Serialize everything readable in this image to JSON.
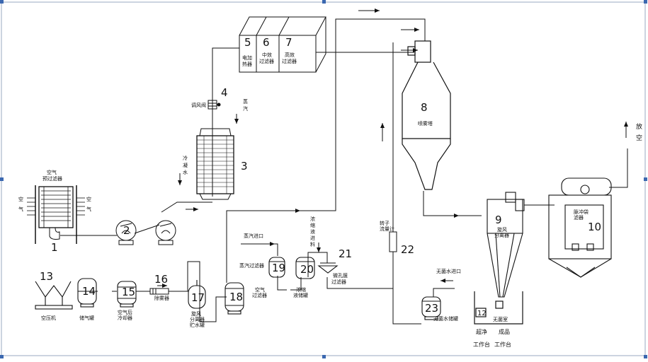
{
  "units": [
    {
      "id": "u1",
      "number": "1"
    },
    {
      "id": "u2",
      "number": "2"
    },
    {
      "id": "u3",
      "number": "3"
    },
    {
      "id": "u4",
      "number": "4"
    },
    {
      "id": "u5",
      "number": "5",
      "label": [
        "电加",
        "热器"
      ]
    },
    {
      "id": "u6",
      "number": "6",
      "label": [
        "中效",
        "过滤器"
      ]
    },
    {
      "id": "u7",
      "number": "7",
      "label": [
        "高效",
        "过滤器"
      ]
    },
    {
      "id": "u8",
      "number": "8",
      "label": [
        "喷雾塔"
      ]
    },
    {
      "id": "u9",
      "number": "9",
      "label": [
        "旋风",
        "分离器"
      ]
    },
    {
      "id": "u10",
      "number": "10",
      "label": [
        "脉冲袋",
        "滤器"
      ]
    },
    {
      "id": "u12",
      "number": "12",
      "label": [
        "无菌室"
      ]
    },
    {
      "id": "u13",
      "number": "13",
      "label": [
        "空压机"
      ]
    },
    {
      "id": "u14",
      "number": "14",
      "label": [
        "储气罐"
      ]
    },
    {
      "id": "u15",
      "number": "15",
      "label": [
        "空气后",
        "冷却器"
      ]
    },
    {
      "id": "u16",
      "number": "16",
      "label": [
        "除雾器"
      ]
    },
    {
      "id": "u17",
      "number": "17",
      "label": [
        "旋风",
        "分离器",
        "贮水罐"
      ]
    },
    {
      "id": "u18",
      "number": "18",
      "label": [
        "空气",
        "过滤器"
      ]
    },
    {
      "id": "u19",
      "number": "19",
      "label": [
        "蒸汽过滤器"
      ]
    },
    {
      "id": "u20",
      "number": "20",
      "label": [
        "浓缩",
        "液储罐"
      ]
    },
    {
      "id": "u21",
      "number": "21",
      "label": [
        "微孔膜",
        "过滤器"
      ]
    },
    {
      "id": "u22",
      "number": "22",
      "label": [
        "转子",
        "流量计"
      ]
    },
    {
      "id": "u23",
      "number": "23",
      "label": [
        "无菌水储罐"
      ]
    }
  ],
  "labels": {
    "air_prefilter": [
      "空气",
      "预过滤器"
    ],
    "air_left": [
      "空",
      "气"
    ],
    "air_right": [
      "空",
      "气"
    ],
    "damper": "调风阀",
    "steam": [
      "蒸",
      "汽"
    ],
    "cooling_water": [
      "冷",
      "凝",
      "水"
    ],
    "steam_inlet": "蒸汽进口",
    "concentrate_feed": [
      "浓",
      "缩",
      "液",
      "进",
      "料"
    ],
    "sterile_water_inlet": "无菌水进口",
    "vent": [
      "放",
      "空"
    ],
    "clean_bench": [
      "超净",
      "工作台"
    ],
    "product_bench": [
      "成品",
      "工作台"
    ]
  }
}
